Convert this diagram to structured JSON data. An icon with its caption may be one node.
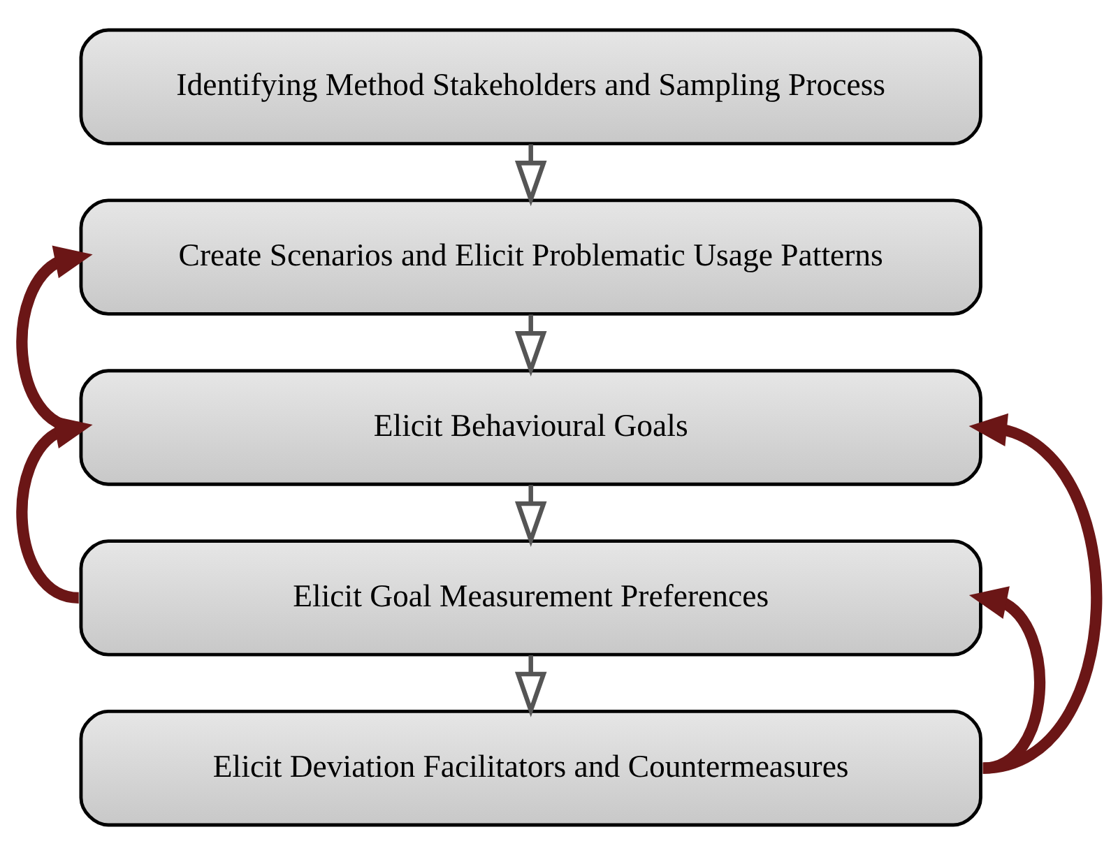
{
  "diagram": {
    "nodes": [
      {
        "text": [
          "Identifying Method Stakeholders and Sampling Process"
        ]
      },
      {
        "text": [
          "Create Scenarios and Elicit Problematic Usage Patterns"
        ]
      },
      {
        "text": [
          "Elicit Behavioural Goals"
        ]
      },
      {
        "text": [
          "Elicit Goal Measurement Preferences"
        ]
      },
      {
        "text": [
          "Elicit Deviation Facilitators and Countermeasures"
        ]
      }
    ],
    "edges": [
      {
        "from": 0,
        "to": 1,
        "arrow": "to"
      },
      {
        "from": 1,
        "to": 2,
        "arrow": "to"
      },
      {
        "from": 2,
        "to": 3,
        "arrow": "to"
      },
      {
        "from": 3,
        "to": 4,
        "arrow": "to"
      },
      {
        "from": 2,
        "to": 1,
        "arrow": "to",
        "style": "thick",
        "color": "#6b1616"
      },
      {
        "from": 3,
        "to": 2,
        "arrow": "to",
        "style": "thick",
        "color": "#6b1616"
      },
      {
        "from": 4,
        "to": 2,
        "arrow": "to",
        "style": "thick",
        "color": "#6b1616"
      },
      {
        "from": 4,
        "to": 3,
        "arrow": "to",
        "style": "thick",
        "color": "#6b1616"
      }
    ]
  }
}
